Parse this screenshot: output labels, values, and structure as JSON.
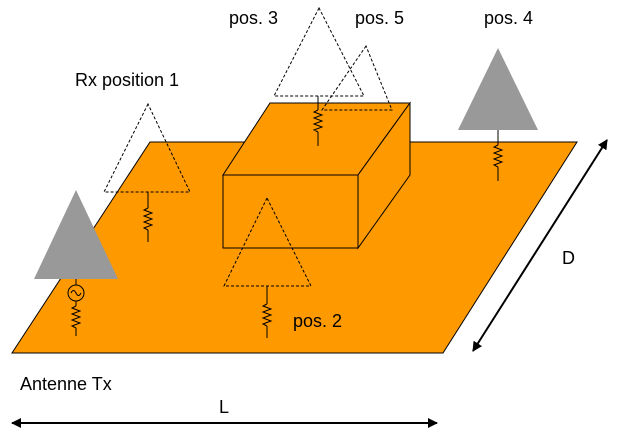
{
  "labels": {
    "rx_position_1": "Rx position 1",
    "pos_2": "pos. 2",
    "pos_3": "pos. 3",
    "pos_4": "pos. 4",
    "pos_5": "pos. 5",
    "antenne_tx": "Antenne Tx",
    "dim_l": "L",
    "dim_d": "D"
  },
  "colors": {
    "plate": "#FF9900",
    "antenna_fill": "#999999",
    "line": "#000000"
  }
}
